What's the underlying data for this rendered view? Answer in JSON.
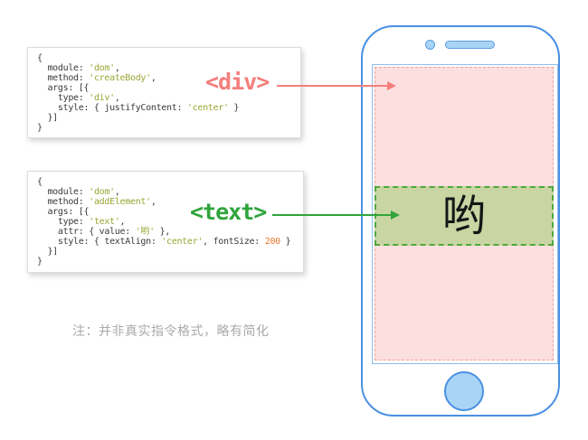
{
  "labels": {
    "div_tag": "<div>",
    "text_tag": "<text>"
  },
  "note": "注：并非真实指令格式，略有简化",
  "phone": {
    "text_value": "哟"
  },
  "code_blocks": [
    {
      "name": "create-body-instruction",
      "lines": [
        [
          [
            "p",
            "{"
          ]
        ],
        [
          [
            "p",
            "  module: "
          ],
          [
            "s",
            "'dom'"
          ],
          [
            "p",
            ","
          ]
        ],
        [
          [
            "p",
            "  method: "
          ],
          [
            "s",
            "'createBody'"
          ],
          [
            "p",
            ","
          ]
        ],
        [
          [
            "p",
            "  args: [{"
          ]
        ],
        [
          [
            "p",
            "    type: "
          ],
          [
            "s",
            "'div'"
          ],
          [
            "p",
            ","
          ]
        ],
        [
          [
            "p",
            "    style: { justifyContent: "
          ],
          [
            "s",
            "'center'"
          ],
          [
            "p",
            " }"
          ]
        ],
        [
          [
            "p",
            "  }]"
          ]
        ],
        [
          [
            "p",
            "}"
          ]
        ]
      ]
    },
    {
      "name": "add-element-instruction",
      "lines": [
        [
          [
            "p",
            "{"
          ]
        ],
        [
          [
            "p",
            "  module: "
          ],
          [
            "s",
            "'dom'"
          ],
          [
            "p",
            ","
          ]
        ],
        [
          [
            "p",
            "  method: "
          ],
          [
            "s",
            "'addElement'"
          ],
          [
            "p",
            ","
          ]
        ],
        [
          [
            "p",
            "  args: [{"
          ]
        ],
        [
          [
            "p",
            "    type: "
          ],
          [
            "s",
            "'text'"
          ],
          [
            "p",
            ","
          ]
        ],
        [
          [
            "p",
            "    attr: { value: "
          ],
          [
            "s",
            "'哟'"
          ],
          [
            "p",
            " },"
          ]
        ],
        [
          [
            "p",
            "    style: { textAlign: "
          ],
          [
            "s",
            "'center'"
          ],
          [
            "p",
            ", fontSize: "
          ],
          [
            "n",
            "200"
          ],
          [
            "p",
            " }"
          ]
        ],
        [
          [
            "p",
            "  }]"
          ]
        ],
        [
          [
            "p",
            "}"
          ]
        ]
      ]
    }
  ],
  "colors": {
    "div_accent": "#f47f7c",
    "text_accent": "#2fa43b",
    "string": "#9aa634",
    "number": "#e8762c",
    "code_text": "#3a3a3a",
    "phone_border": "#4a90e2",
    "screen_border": "#8fbcec",
    "pink_fill": "#fcdfdf",
    "pink_border": "#f0a3a3",
    "green_fill": "#c9d5a3",
    "green_border": "#4ea83c",
    "button_fill": "#a8d5f5",
    "note_color": "#aaaaaa"
  }
}
